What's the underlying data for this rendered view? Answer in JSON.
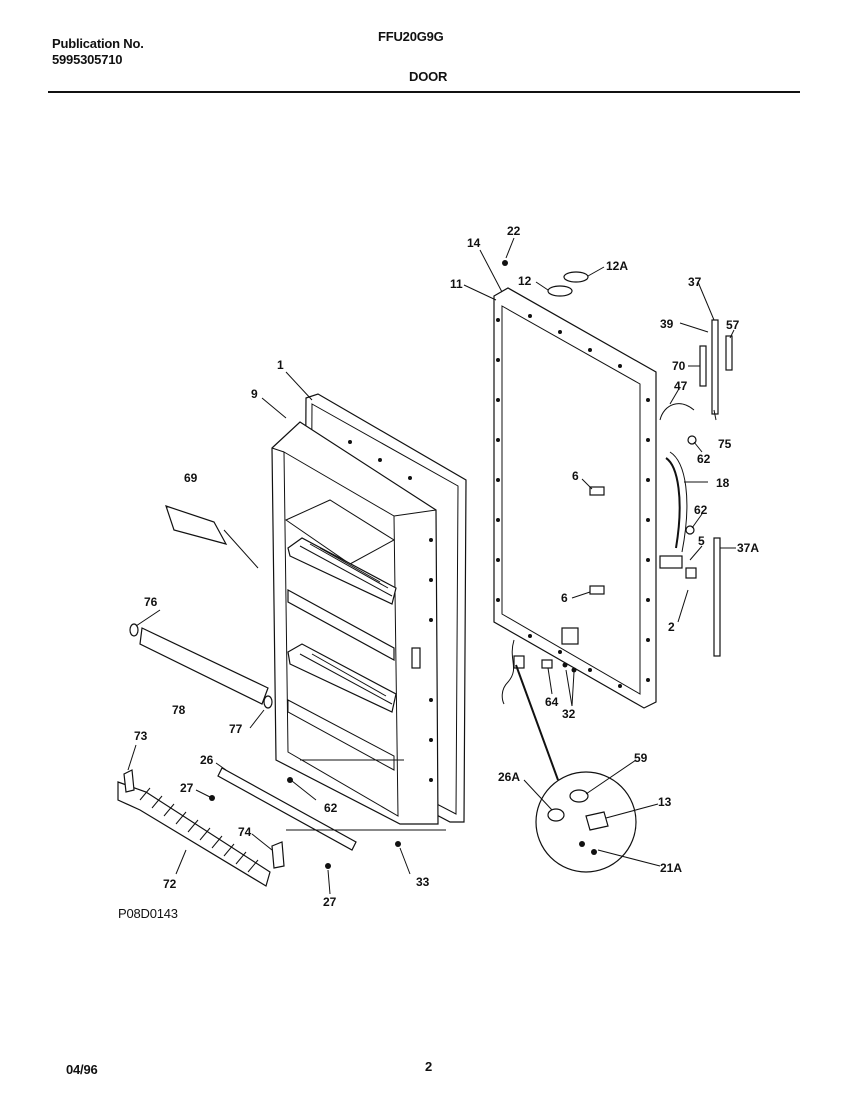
{
  "header": {
    "publication_label": "Publication No.",
    "publication_number": "5995305710",
    "model": "FFU20G9G",
    "section": "DOOR"
  },
  "figure_code": "P08D0143",
  "footer": {
    "date": "04/96",
    "page": "2"
  },
  "callouts": {
    "c1": "1",
    "c9": "9",
    "c69": "69",
    "c76": "76",
    "c78": "78",
    "c77": "77",
    "c73": "73",
    "c26": "26",
    "c27a": "27",
    "c62a": "62",
    "c74": "74",
    "c72": "72",
    "c27b": "27",
    "c33": "33",
    "c14": "14",
    "c22": "22",
    "c12": "12",
    "c12A": "12A",
    "c11": "11",
    "c37": "37",
    "c39": "39",
    "c57": "57",
    "c70": "70",
    "c47": "47",
    "c75": "75",
    "c62b": "62",
    "c6a": "6",
    "c18": "18",
    "c62c": "62",
    "c5": "5",
    "c37A": "37A",
    "c6b": "6",
    "c2": "2",
    "c64": "64",
    "c32": "32",
    "c26A": "26A",
    "c59": "59",
    "c13": "13",
    "c21A": "21A"
  }
}
